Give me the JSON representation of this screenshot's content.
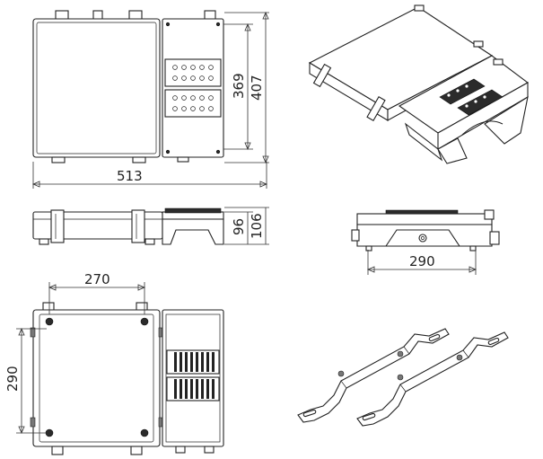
{
  "dimensions": {
    "top_width": "513",
    "top_height_inner": "369",
    "top_height_outer": "407",
    "side_height_inner": "96",
    "side_height_outer": "106",
    "mount_width_side": "290",
    "back_width": "270",
    "back_height": "290"
  }
}
